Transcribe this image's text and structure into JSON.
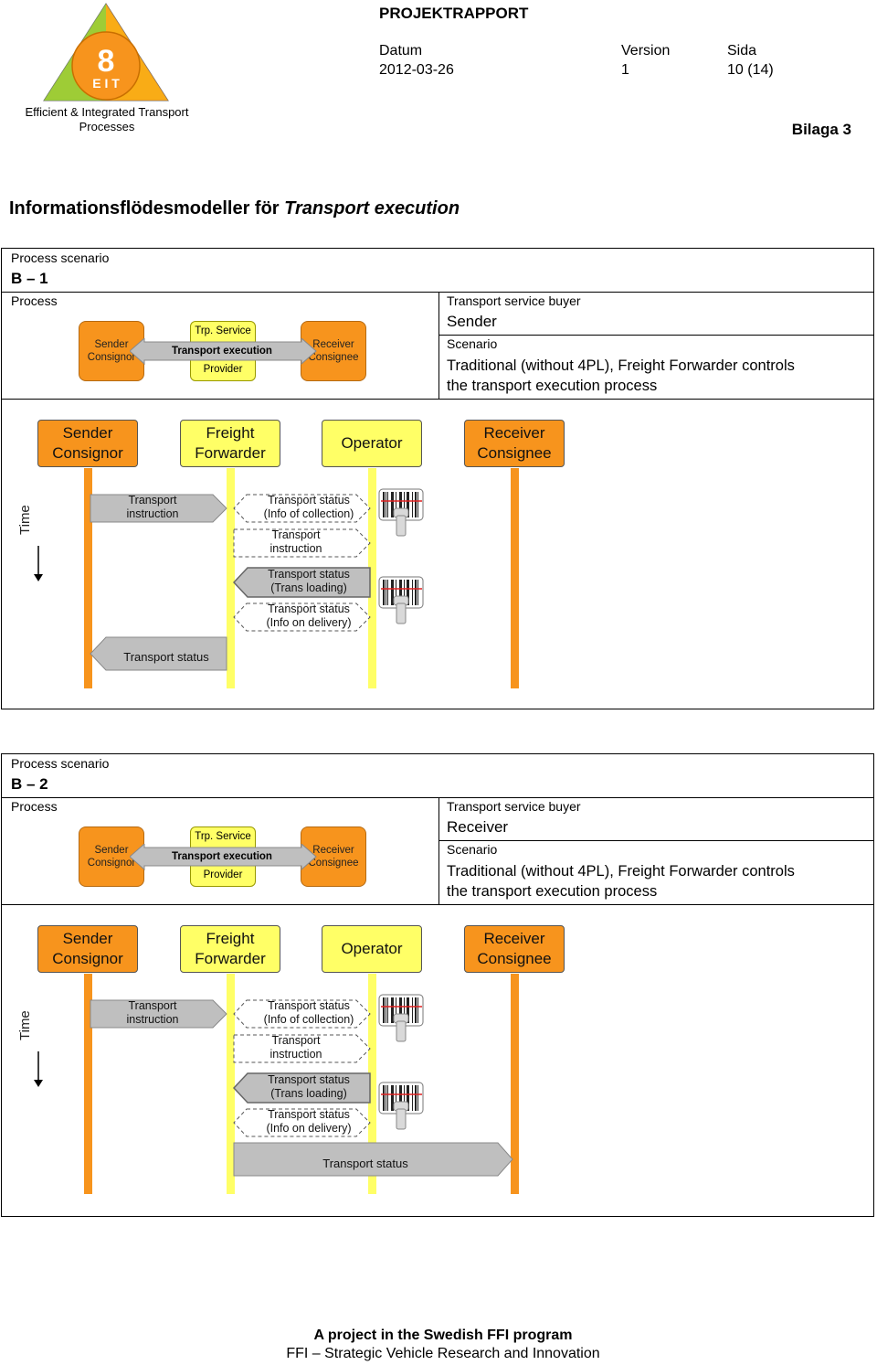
{
  "header": {
    "logo_number": "8",
    "logo_letters": "E I T",
    "company_line1": "Efficient & Integrated Transport",
    "company_line2": "Processes",
    "report_type": "PROJEKTRAPPORT",
    "datum_label": "Datum",
    "datum_value": "2012-03-26",
    "version_label": "Version",
    "version_value": "1",
    "sida_label": "Sida",
    "sida_value": "10 (14)",
    "bilaga": "Bilaga 3"
  },
  "title_main": "Informationsflödesmodeller för ",
  "title_italic": "Transport execution",
  "scenarios": [
    {
      "scenario_label": "Process scenario",
      "scenario_id": "B – 1",
      "process_label": "Process",
      "buyer_label": "Transport service buyer",
      "buyer_value": "Sender",
      "scenario_desc_label": "Scenario",
      "scenario_desc_line1": "Traditional (without 4PL), Freight Forwarder controls",
      "scenario_desc_line2": "the transport execution process",
      "mini": {
        "sender_l1": "Sender",
        "sender_l2": "Consignor",
        "service_top": "Trp. Service",
        "arrow_label": "Transport execution",
        "service_bottom": "Provider",
        "receiver_l1": "Receiver",
        "receiver_l2": "Consignee"
      },
      "lanes": {
        "sender_l1": "Sender",
        "sender_l2": "Consignor",
        "ff_l1": "Freight",
        "ff_l2": "Forwarder",
        "operator": "Operator",
        "receiver_l1": "Receiver",
        "receiver_l2": "Consignee"
      },
      "time_label": "Time",
      "messages": {
        "m1_l1": "Transport",
        "m1_l2": "instruction",
        "m2_l1": "Transport status",
        "m2_l2": "(Info of collection)",
        "m3_l1": "Transport",
        "m3_l2": "instruction",
        "m4_l1": "Transport status",
        "m4_l2": "(Trans loading)",
        "m5_l1": "Transport status",
        "m5_l2": "(Info on delivery)",
        "m6": "Transport status"
      }
    },
    {
      "scenario_label": "Process scenario",
      "scenario_id": "B – 2",
      "process_label": "Process",
      "buyer_label": "Transport service buyer",
      "buyer_value": "Receiver",
      "scenario_desc_label": "Scenario",
      "scenario_desc_line1": "Traditional (without 4PL), Freight Forwarder controls",
      "scenario_desc_line2": "the transport execution process",
      "mini": {
        "sender_l1": "Sender",
        "sender_l2": "Consignor",
        "service_top": "Trp. Service",
        "arrow_label": "Transport execution",
        "service_bottom": "Provider",
        "receiver_l1": "Receiver",
        "receiver_l2": "Consignee"
      },
      "lanes": {
        "sender_l1": "Sender",
        "sender_l2": "Consignor",
        "ff_l1": "Freight",
        "ff_l2": "Forwarder",
        "operator": "Operator",
        "receiver_l1": "Receiver",
        "receiver_l2": "Consignee"
      },
      "time_label": "Time",
      "messages": {
        "m1_l1": "Transport",
        "m1_l2": "instruction",
        "m2_l1": "Transport status",
        "m2_l2": "(Info of collection)",
        "m3_l1": "Transport",
        "m3_l2": "instruction",
        "m4_l1": "Transport status",
        "m4_l2": "(Trans loading)",
        "m5_l1": "Transport status",
        "m5_l2": "(Info on delivery)",
        "m6": "Transport status"
      }
    }
  ],
  "footer": {
    "line1": "A project in the Swedish FFI program",
    "line2": "FFI – Strategic Vehicle Research and Innovation"
  },
  "colors": {
    "orange": "#f7941d",
    "yellow": "#ffff66",
    "gray_arrow": "#bfbfbf",
    "logo_orange": "#f7941d",
    "logo_green": "#8dc63f",
    "logo_yellow": "#fff200"
  },
  "icons": [
    "logo-triangle-icon",
    "barcode-scanner-icon"
  ]
}
